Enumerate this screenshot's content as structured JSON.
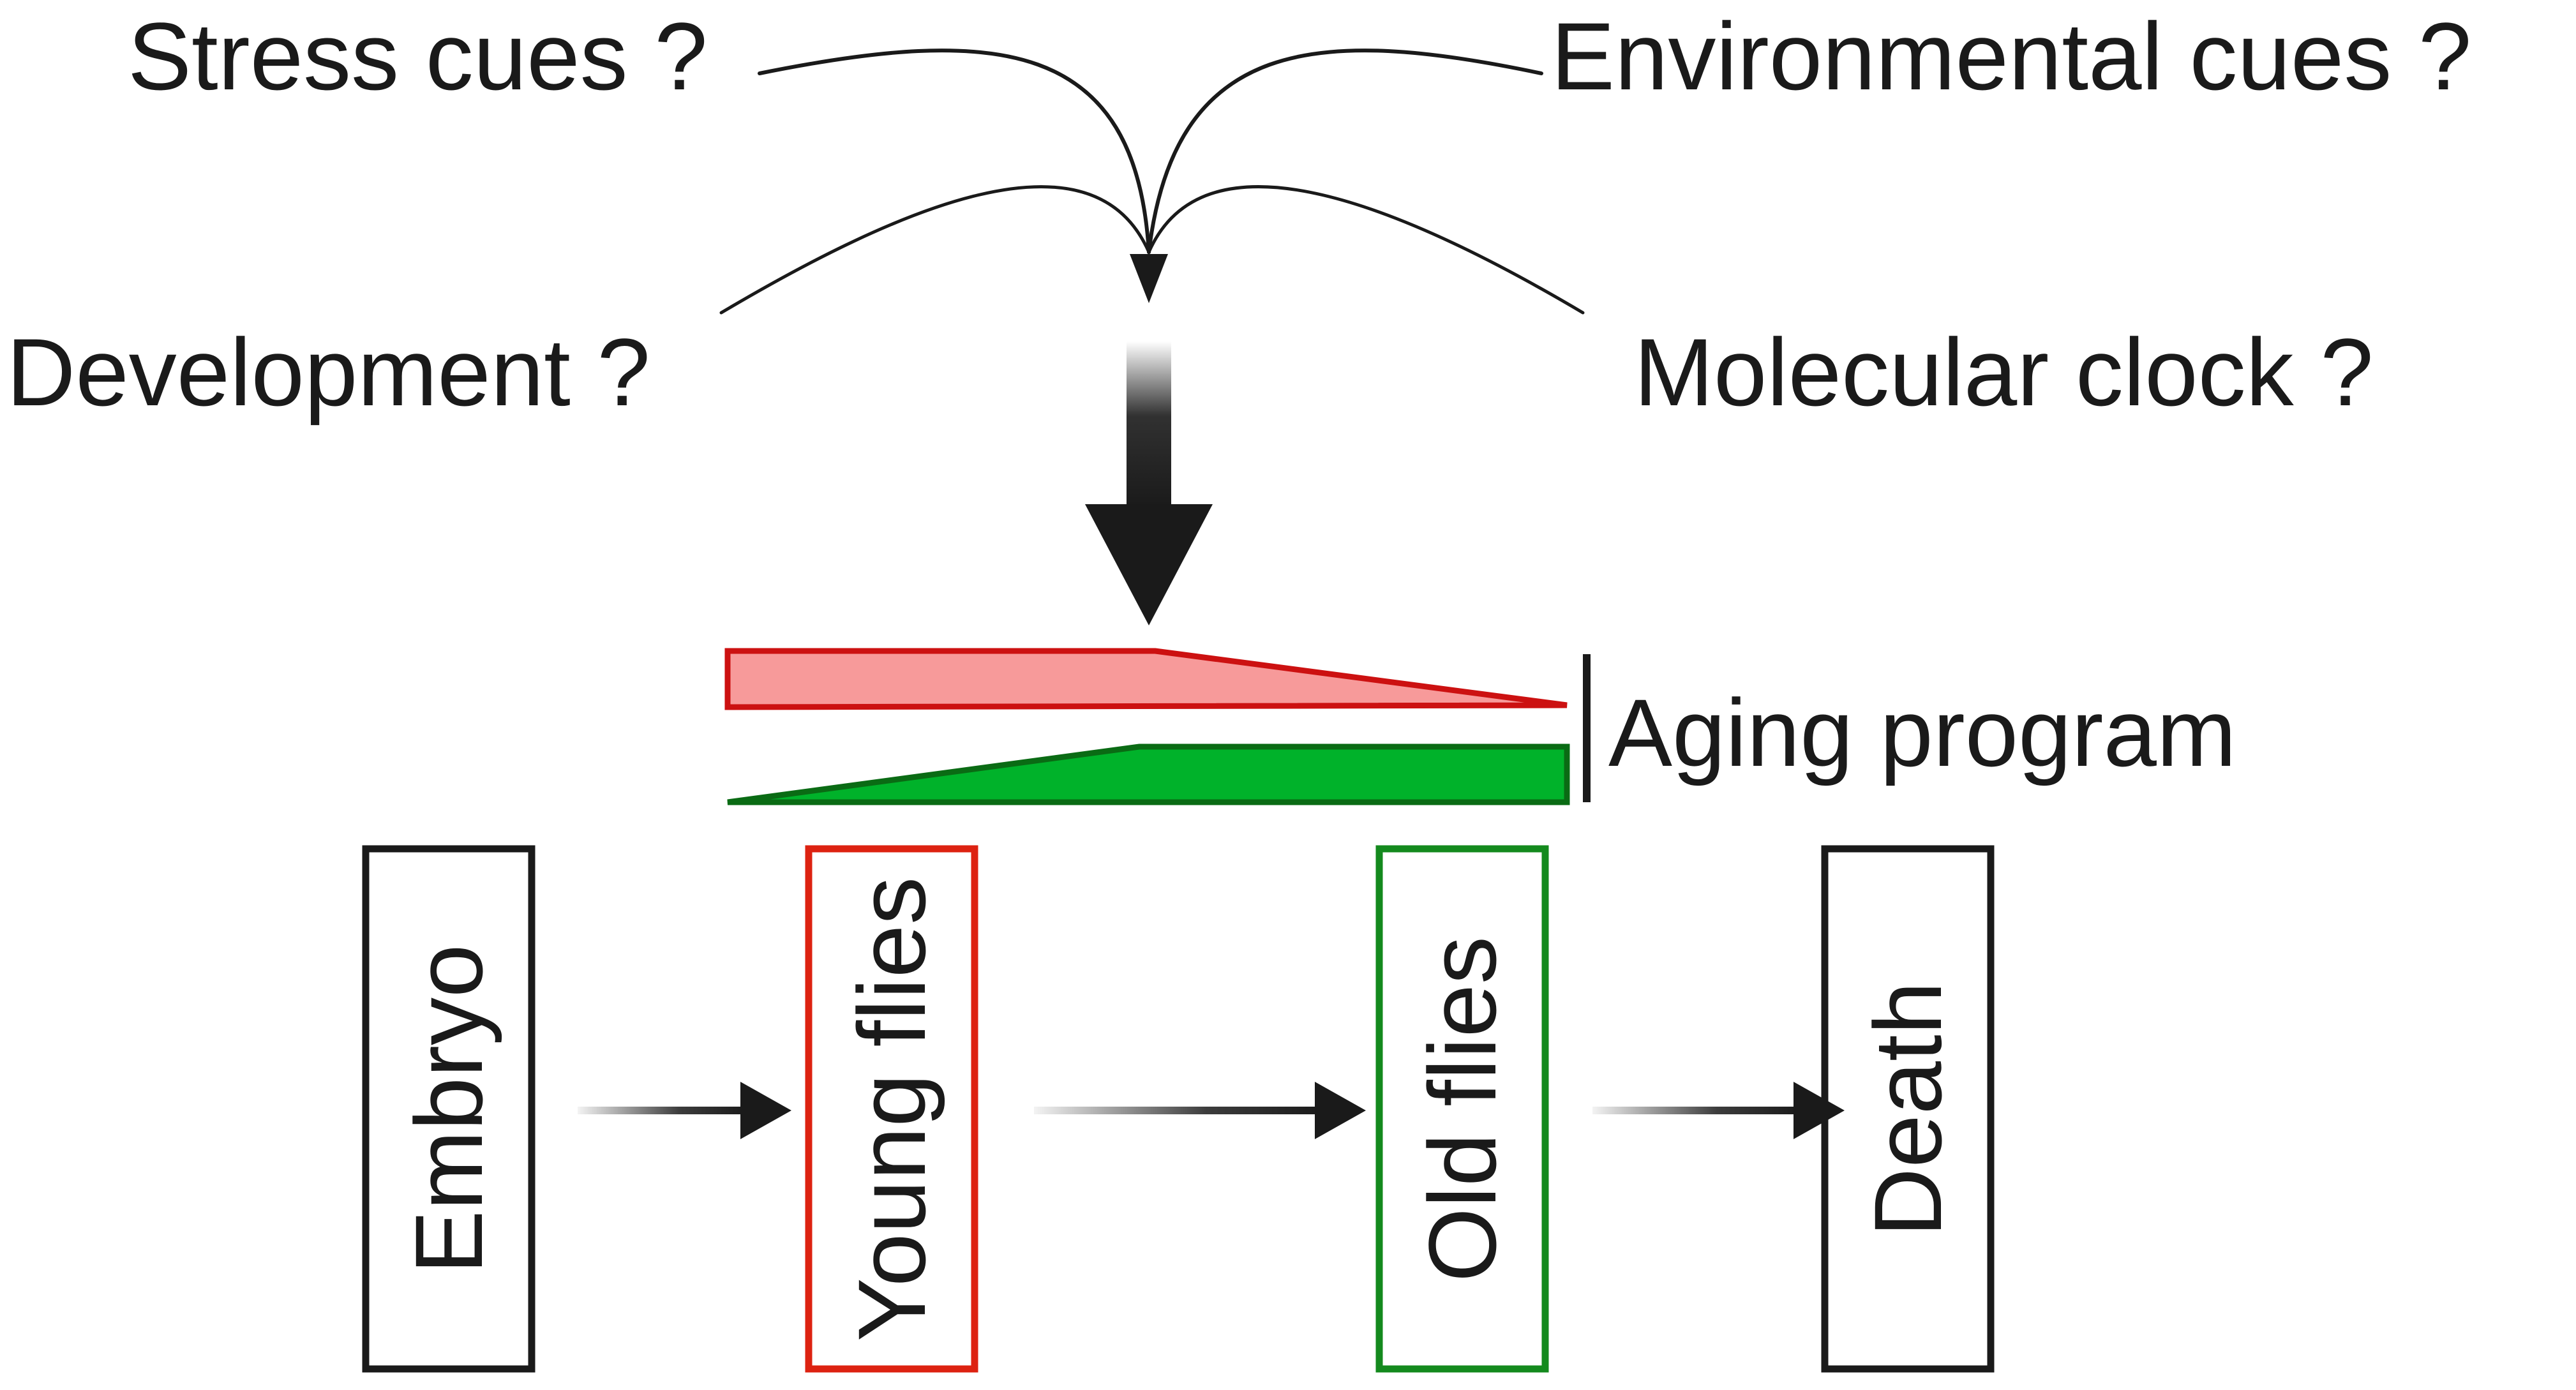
{
  "cues": {
    "stress": "Stress cues ?",
    "environmental": "Environmental cues ?",
    "development": "Development ?",
    "molecular_clock": "Molecular clock ?"
  },
  "aging_program": {
    "label": "Aging program",
    "declining_color": "#f79a9a",
    "declining_stroke": "#cc1111",
    "rising_color": "#00b22a",
    "rising_stroke": "#0a6b14"
  },
  "stages": [
    {
      "label": "Embryo",
      "border_color": "#1a1a1a"
    },
    {
      "label": "Young flies",
      "border_color": "#dd2211"
    },
    {
      "label": "Old flies",
      "border_color": "#148a1e"
    },
    {
      "label": "Death",
      "border_color": "#1a1a1a"
    }
  ],
  "colors": {
    "ink": "#1a1a1a"
  }
}
